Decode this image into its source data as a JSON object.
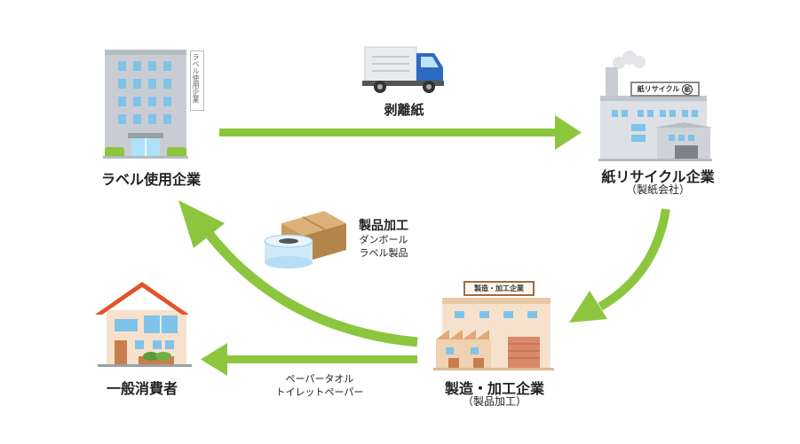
{
  "nodes": {
    "label_company": "ラベル使用企業",
    "label_company_sign": "ラベル使用企業",
    "recycler": "紙リサイクル企業",
    "recycler_sub": "（製紙会社）",
    "recycler_sign": "紙リサイクル",
    "recycler_sign_mark": "紙",
    "manufacturer": "製造・加工企業",
    "manufacturer_sub": "（製品加工）",
    "manufacturer_sign": "製造・加工企業",
    "consumer": "一般消費者"
  },
  "flows": {
    "release_paper": "剥離紙",
    "products_title": "製品加工",
    "products_line1": "ダンボール",
    "products_line2": "ラベル製品",
    "consumer_line1": "ペーパータオル",
    "consumer_line2": "トイレットペーパー"
  },
  "colors": {
    "arrow": "#8cc63f",
    "building": "#c9cdd3",
    "window": "#7fc3ea",
    "roof": "#e2522c",
    "box": "#c89a5c"
  }
}
